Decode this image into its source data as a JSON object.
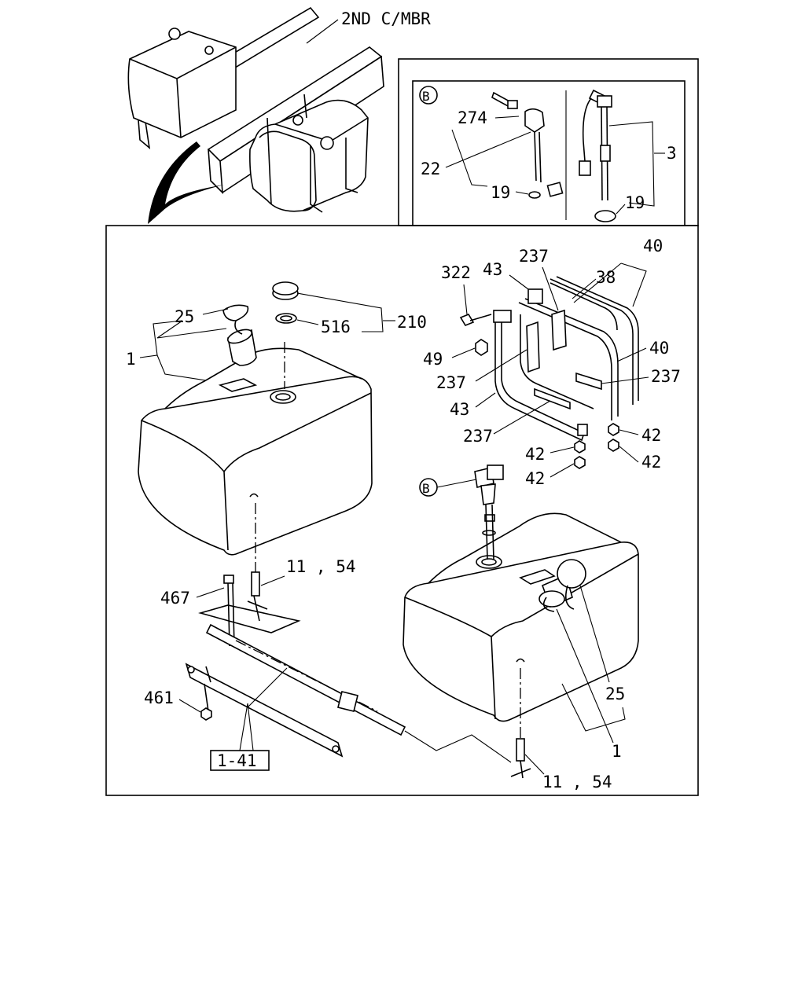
{
  "overview": {
    "label": "2ND C/MBR"
  },
  "detail_b": {
    "marker": "B"
  },
  "callouts": {
    "c274": "274",
    "c22": "22",
    "c19a": "19",
    "c3": "3",
    "c19b": "19",
    "c322": "322",
    "c43a": "43",
    "c237a": "237",
    "c40a": "40",
    "c38": "38",
    "c49": "49",
    "c40b": "40",
    "c237b": "237",
    "c237c": "237",
    "c43b": "43",
    "c237d": "237",
    "c42a": "42",
    "c42b": "42",
    "c42c": "42",
    "c42d": "42",
    "c25a": "25",
    "c516": "516",
    "c210": "210",
    "c1a": "1",
    "c11_54a": "11 , 54",
    "c467": "467",
    "c461": "461",
    "c1_41": "1-41",
    "c25b": "25",
    "c1b": "1",
    "c11_54b": "11 , 54",
    "cB2": "B"
  }
}
